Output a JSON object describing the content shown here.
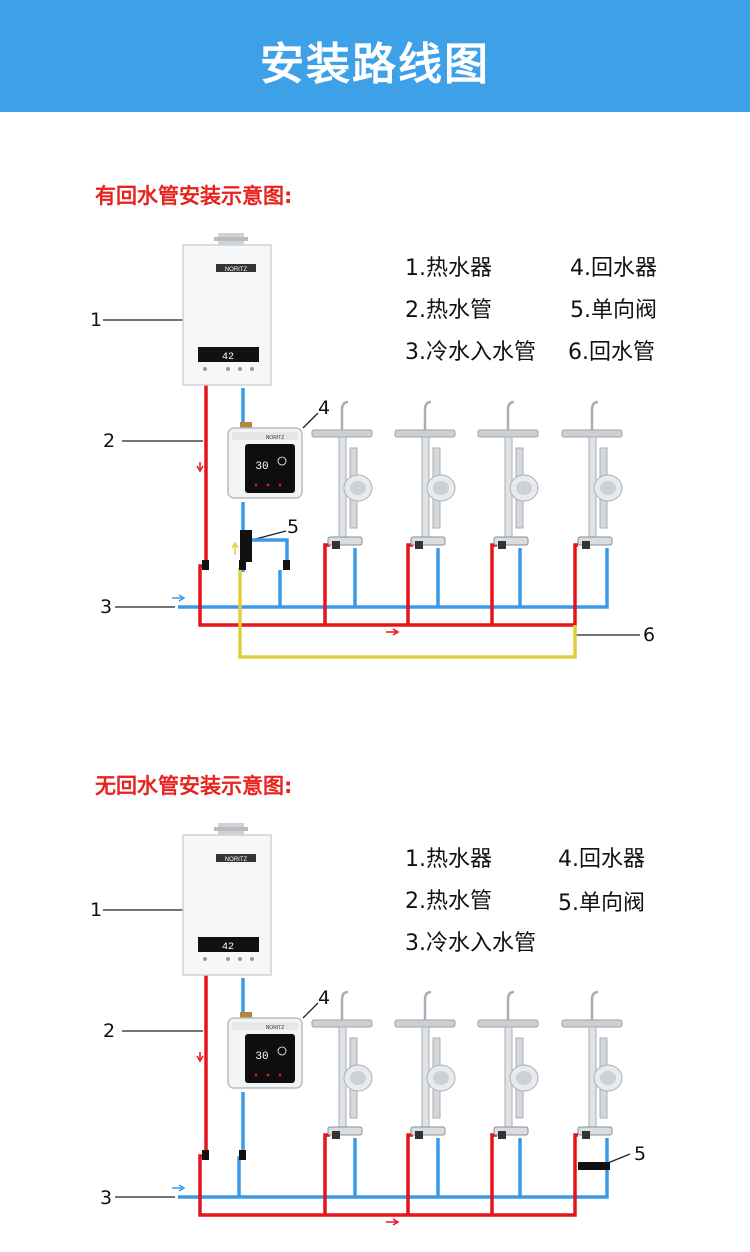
{
  "header": {
    "title": "安装路线图"
  },
  "sections": [
    {
      "title": "有回水管安装示意图:",
      "legend": [
        "1.热水器",
        "2.热水管",
        "3.冷水入水管",
        "4.回水器",
        "5.单向阀",
        "6.回水管"
      ],
      "callouts": [
        "1",
        "2",
        "3",
        "4",
        "5",
        "6"
      ]
    },
    {
      "title": "无回水管安装示意图:",
      "legend": [
        "1.热水器",
        "2.热水管",
        "3.冷水入水管",
        "4.回水器",
        "5.单向阀"
      ],
      "callouts": [
        "1",
        "2",
        "3",
        "4",
        "5"
      ]
    }
  ],
  "devices": {
    "heater_brand": "NORITZ",
    "heater_display": "42",
    "pump_display": "30",
    "pump_brand": "NORITZ"
  },
  "colors": {
    "banner": "#3ea0e6",
    "title_red": "#e8231f",
    "hot_pipe": "#e4141b",
    "cold_pipe": "#3b9ae8",
    "return_pipe": "#e0cf3c"
  }
}
